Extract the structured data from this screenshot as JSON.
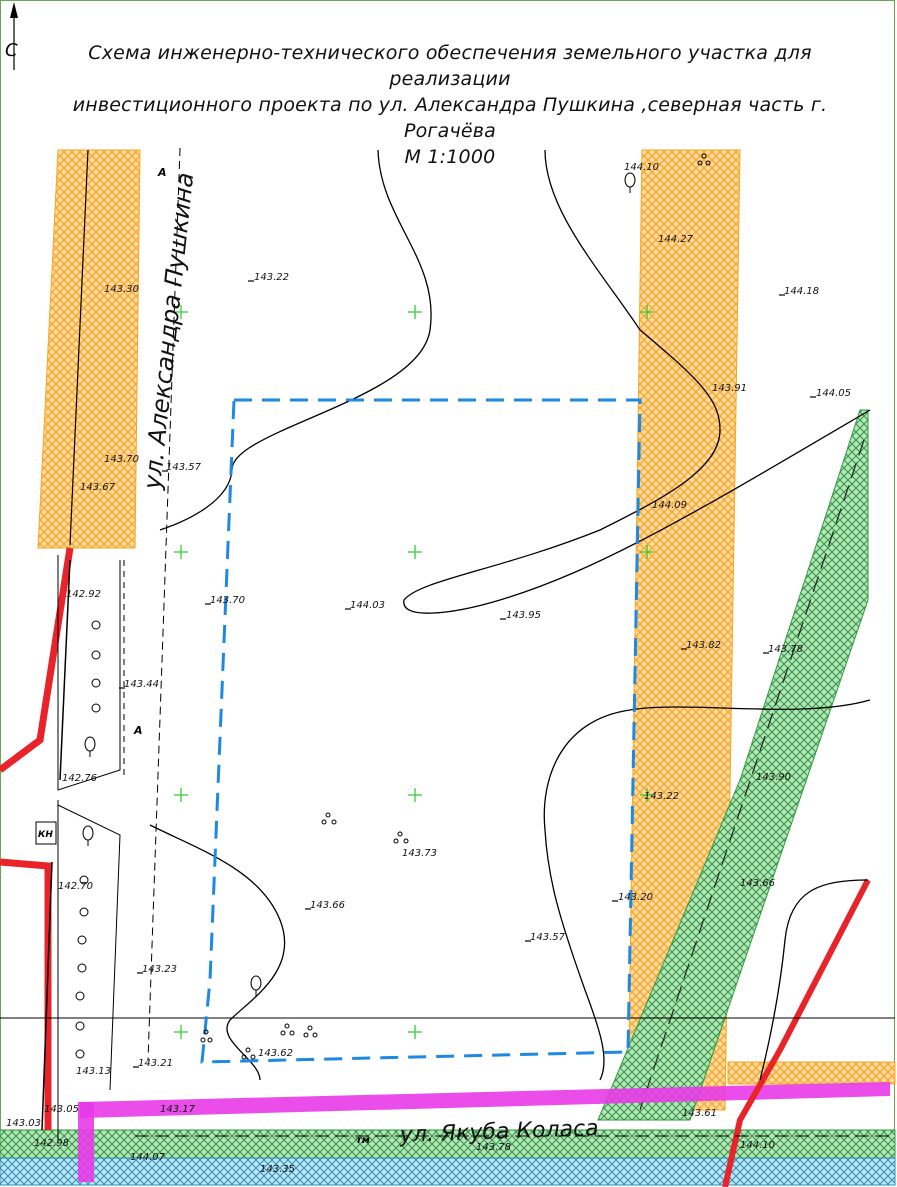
{
  "title": {
    "line1": "Схема инженерно-технического обеспечения земельного участка для реализации",
    "line2": "инвестиционного проекта по ул. Александра Пушкина ,северная часть г. Рогачёва",
    "scale": "М 1:1000"
  },
  "north_arrow": {
    "label": "С"
  },
  "streets": {
    "pushkina": "ул. Александра Пушкина",
    "kolasa": "ул. Якуба Коласа"
  },
  "elevations": [
    "143.22",
    "144.10",
    "144.27",
    "144.18",
    "143.91",
    "144.05",
    "143.57",
    "143.70",
    "144.03",
    "143.95",
    "144.09",
    "143.82",
    "143.78",
    "143.44",
    "143.73",
    "143.66",
    "143.90",
    "143.22",
    "143.66",
    "143.20",
    "143.57",
    "143.23",
    "143.62",
    "143.21",
    "142.92",
    "142.76",
    "142.70",
    "143.13",
    "143.03",
    "143.05",
    "142.98",
    "143.17",
    "143.35",
    "143.78",
    "144.07",
    "144.10",
    "143.61",
    "143.70",
    "143.67",
    "143.30"
  ],
  "markers": {
    "A_top": "А",
    "A_mid": "А",
    "kn": "КН",
    "tm": "тм"
  },
  "colors": {
    "orange_corridor": "#f5a623",
    "green_corridor": "#3aaa4a",
    "red_line": "#e8232a",
    "magenta_line": "#e83ae8",
    "blue_boundary": "#1e88e5",
    "cross_marker": "#33cc33"
  }
}
